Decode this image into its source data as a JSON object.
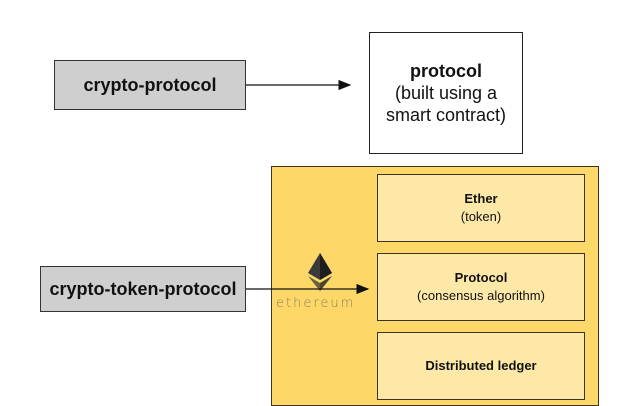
{
  "top": {
    "source": {
      "label": "crypto-protocol"
    },
    "target": {
      "title": "protocol",
      "line1": "(built using a",
      "line2": "smart contract)"
    }
  },
  "bottom": {
    "source": {
      "label": "crypto-token-protocol"
    },
    "logo": {
      "icon": "ethereum-diamond-icon",
      "word": "ethereum"
    },
    "stack": [
      {
        "title": "Ether",
        "subtitle": "(token)"
      },
      {
        "title": "Protocol",
        "subtitle": "(consensus algorithm)"
      },
      {
        "title": "Distributed ledger",
        "subtitle": ""
      }
    ]
  },
  "colors": {
    "outer": "#fdd868",
    "inner": "#fde8a8",
    "source": "#cfcfcf"
  }
}
